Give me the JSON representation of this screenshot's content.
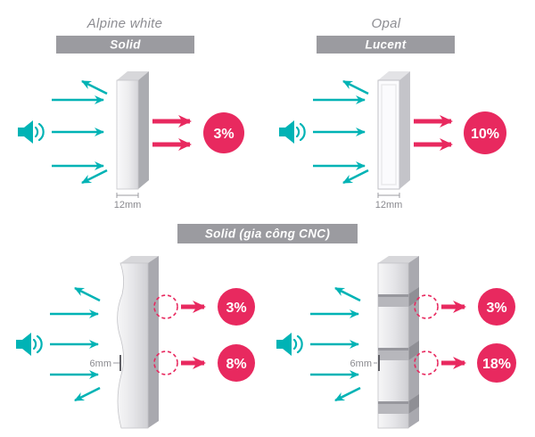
{
  "colors": {
    "teal": "#00b3b5",
    "pink": "#e8295f",
    "badge_gray": "#9b9ba0",
    "title_gray": "#8e8e93"
  },
  "sections": {
    "top_left": {
      "title": "Alpine white",
      "badge": "Solid",
      "thickness": "12mm",
      "result": "3%"
    },
    "top_right": {
      "title": "Opal",
      "badge": "Lucent",
      "thickness": "12mm",
      "result": "10%"
    },
    "cnc": {
      "badge": "Solid (gia công CNC)"
    },
    "bottom_left": {
      "thickness": "6mm",
      "result_top": "3%",
      "result_bottom": "8%"
    },
    "bottom_right": {
      "thickness": "6mm",
      "result_top": "3%",
      "result_bottom": "18%"
    }
  }
}
